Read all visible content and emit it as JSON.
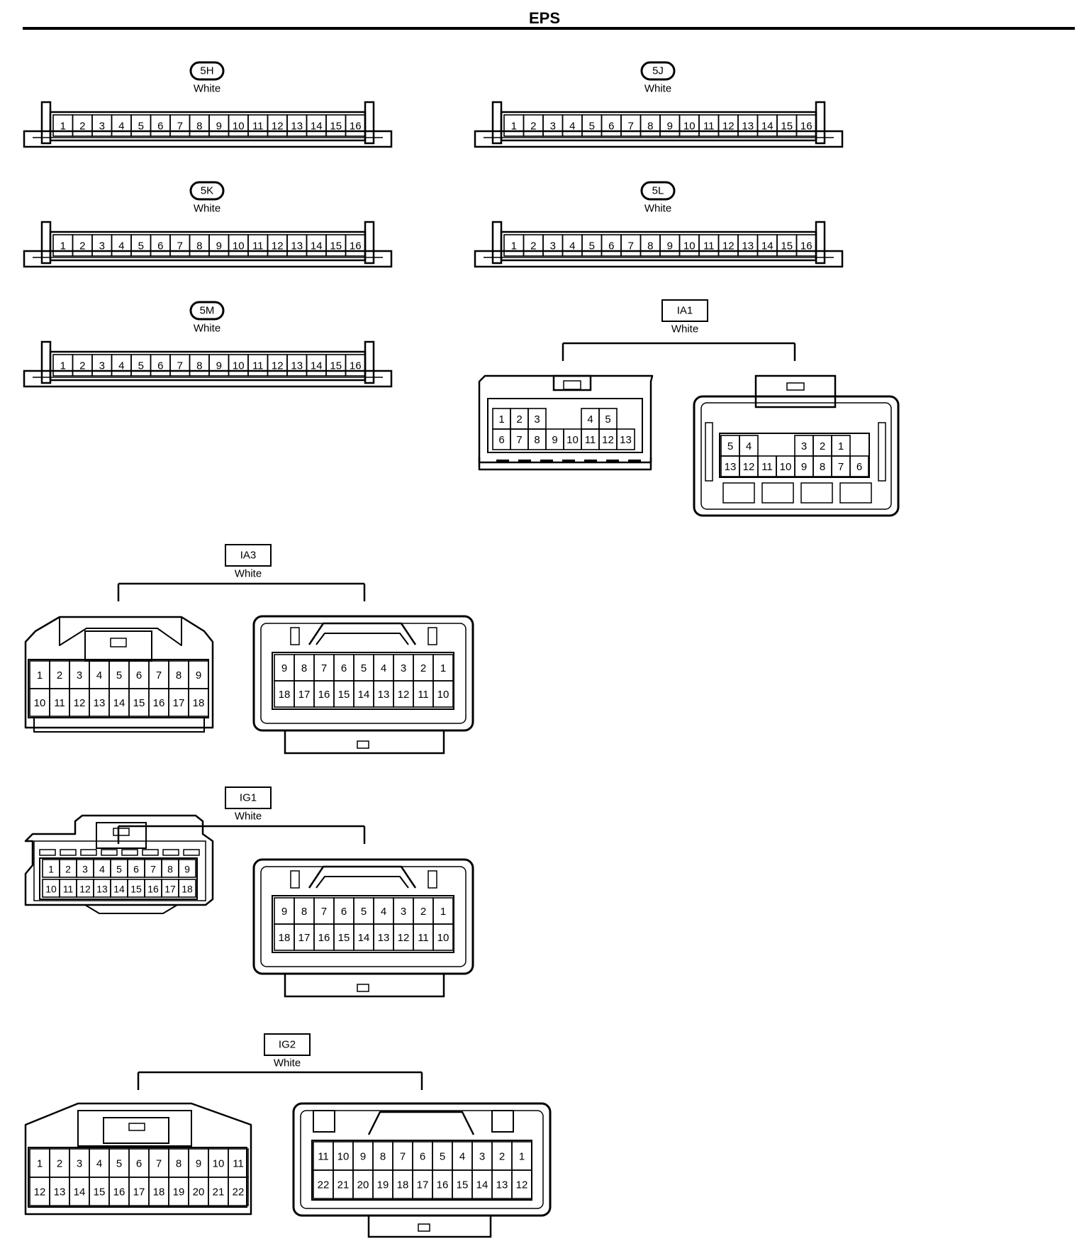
{
  "page": {
    "title": "EPS"
  },
  "connectors": [
    {
      "id": "5H",
      "label_style": "oval",
      "color": "White",
      "type": "strip16",
      "pins": [
        "1",
        "2",
        "3",
        "4",
        "5",
        "6",
        "7",
        "8",
        "9",
        "10",
        "11",
        "12",
        "13",
        "14",
        "15",
        "16"
      ]
    },
    {
      "id": "5J",
      "label_style": "oval",
      "color": "White",
      "type": "strip16",
      "pins": [
        "1",
        "2",
        "3",
        "4",
        "5",
        "6",
        "7",
        "8",
        "9",
        "10",
        "11",
        "12",
        "13",
        "14",
        "15",
        "16"
      ]
    },
    {
      "id": "5K",
      "label_style": "oval",
      "color": "White",
      "type": "strip16",
      "pins": [
        "1",
        "2",
        "3",
        "4",
        "5",
        "6",
        "7",
        "8",
        "9",
        "10",
        "11",
        "12",
        "13",
        "14",
        "15",
        "16"
      ]
    },
    {
      "id": "5L",
      "label_style": "oval",
      "color": "White",
      "type": "strip16",
      "pins": [
        "1",
        "2",
        "3",
        "4",
        "5",
        "6",
        "7",
        "8",
        "9",
        "10",
        "11",
        "12",
        "13",
        "14",
        "15",
        "16"
      ]
    },
    {
      "id": "5M",
      "label_style": "oval",
      "color": "White",
      "type": "strip16",
      "pins": [
        "1",
        "2",
        "3",
        "4",
        "5",
        "6",
        "7",
        "8",
        "9",
        "10",
        "11",
        "12",
        "13",
        "14",
        "15",
        "16"
      ]
    },
    {
      "id": "IA1",
      "label_style": "box",
      "color": "White",
      "type": "pair13",
      "left": {
        "row1": [
          "1",
          "2",
          "3",
          "",
          "",
          "4",
          "5"
        ],
        "row2": [
          "6",
          "7",
          "8",
          "9",
          "10",
          "11",
          "12",
          "13"
        ]
      },
      "right": {
        "row1": [
          "5",
          "4",
          "",
          "",
          "3",
          "2",
          "1"
        ],
        "row2": [
          "13",
          "12",
          "11",
          "10",
          "9",
          "8",
          "7",
          "6"
        ]
      }
    },
    {
      "id": "IA3",
      "label_style": "box",
      "color": "White",
      "type": "pair18",
      "left": {
        "row1": [
          "1",
          "2",
          "3",
          "4",
          "5",
          "6",
          "7",
          "8",
          "9"
        ],
        "row2": [
          "10",
          "11",
          "12",
          "13",
          "14",
          "15",
          "16",
          "17",
          "18"
        ]
      },
      "right": {
        "row1": [
          "9",
          "8",
          "7",
          "6",
          "5",
          "4",
          "3",
          "2",
          "1"
        ],
        "row2": [
          "18",
          "17",
          "16",
          "15",
          "14",
          "13",
          "12",
          "11",
          "10"
        ]
      }
    },
    {
      "id": "IG1",
      "label_style": "box",
      "color": "White",
      "type": "pair18b",
      "left": {
        "row1": [
          "1",
          "2",
          "3",
          "4",
          "5",
          "6",
          "7",
          "8",
          "9"
        ],
        "row2": [
          "10",
          "11",
          "12",
          "13",
          "14",
          "15",
          "16",
          "17",
          "18"
        ]
      },
      "right": {
        "row1": [
          "9",
          "8",
          "7",
          "6",
          "5",
          "4",
          "3",
          "2",
          "1"
        ],
        "row2": [
          "18",
          "17",
          "16",
          "15",
          "14",
          "13",
          "12",
          "11",
          "10"
        ]
      }
    },
    {
      "id": "IG2",
      "label_style": "box",
      "color": "White",
      "type": "pair22",
      "left": {
        "row1": [
          "1",
          "2",
          "3",
          "4",
          "5",
          "6",
          "7",
          "8",
          "9",
          "10",
          "11"
        ],
        "row2": [
          "12",
          "13",
          "14",
          "15",
          "16",
          "17",
          "18",
          "19",
          "20",
          "21",
          "22"
        ]
      },
      "right": {
        "row1": [
          "11",
          "10",
          "9",
          "8",
          "7",
          "6",
          "5",
          "4",
          "3",
          "2",
          "1"
        ],
        "row2": [
          "22",
          "21",
          "20",
          "19",
          "18",
          "17",
          "16",
          "15",
          "14",
          "13",
          "12"
        ]
      }
    }
  ]
}
